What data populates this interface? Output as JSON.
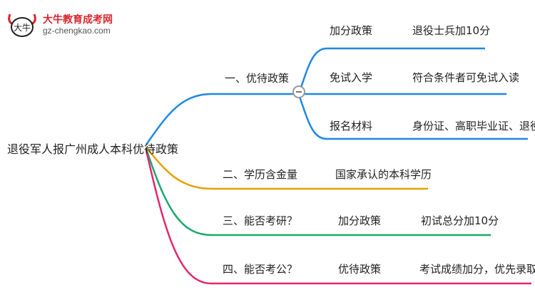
{
  "logo": {
    "site_name": "大牛教育成考网",
    "url": "gz-chengkao.com",
    "mark": "大牛"
  },
  "mindmap": {
    "root": "退役军人报广州成人本科优待政策",
    "branches": [
      {
        "label": "一、优待政策",
        "color": "#1e88e5",
        "children": [
          {
            "label": "加分政策",
            "value": "退役士兵加10分"
          },
          {
            "label": "免试入学",
            "value": "符合条件者可免试入读"
          },
          {
            "label": "报名材料",
            "value": "身份证、高职毕业证、退役证"
          }
        ]
      },
      {
        "label": "二、学历含金量",
        "color": "#e6a100",
        "value": "国家承认的本科学历"
      },
      {
        "label": "三、能否考研？",
        "color": "#1aa86a",
        "policy": "加分政策",
        "value": "初试总分加10分"
      },
      {
        "label": "四、能否考公？",
        "color": "#e5266e",
        "policy": "优待政策",
        "value": "考试成绩加分，优先录取"
      }
    ]
  }
}
